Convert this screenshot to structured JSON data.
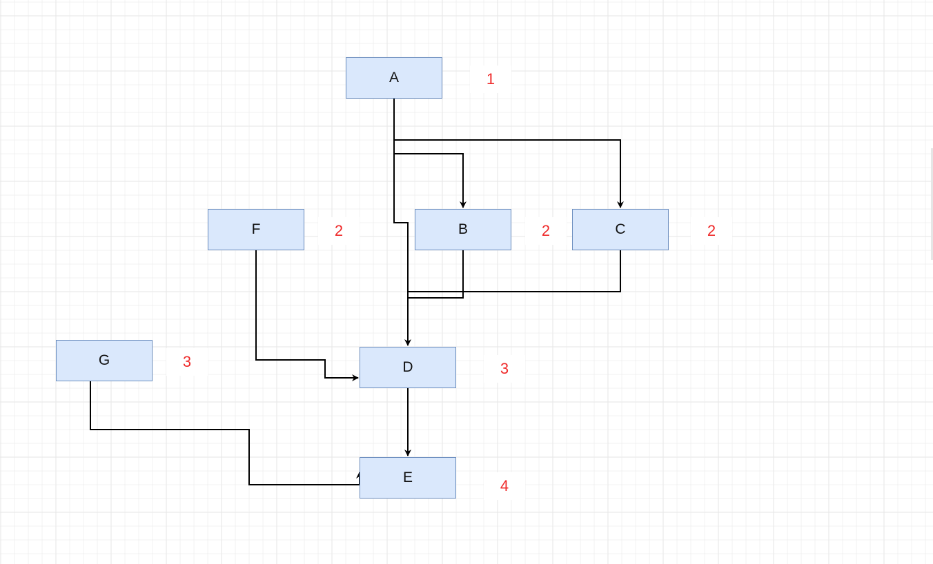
{
  "colors": {
    "canvas_background": "#ffffff",
    "grid_line": "#e6e6e6",
    "node_fill": "#dae8fc",
    "node_stroke": "#6c8ebf",
    "level_text": "#ef2b2b",
    "edge": "#000000"
  },
  "nodes": {
    "a": {
      "label": "A",
      "level": "1"
    },
    "b": {
      "label": "B",
      "level": "2"
    },
    "c": {
      "label": "C",
      "level": "2"
    },
    "d": {
      "label": "D",
      "level": "3"
    },
    "e": {
      "label": "E",
      "level": "4"
    },
    "f": {
      "label": "F",
      "level": "2"
    },
    "g": {
      "label": "G",
      "level": "3"
    }
  },
  "edges": [
    {
      "from": "A",
      "to": "B"
    },
    {
      "from": "A",
      "to": "C"
    },
    {
      "from": "A",
      "to": "D"
    },
    {
      "from": "B",
      "to": "D"
    },
    {
      "from": "C",
      "to": "D"
    },
    {
      "from": "F",
      "to": "D"
    },
    {
      "from": "D",
      "to": "E"
    },
    {
      "from": "G",
      "to": "E"
    }
  ]
}
